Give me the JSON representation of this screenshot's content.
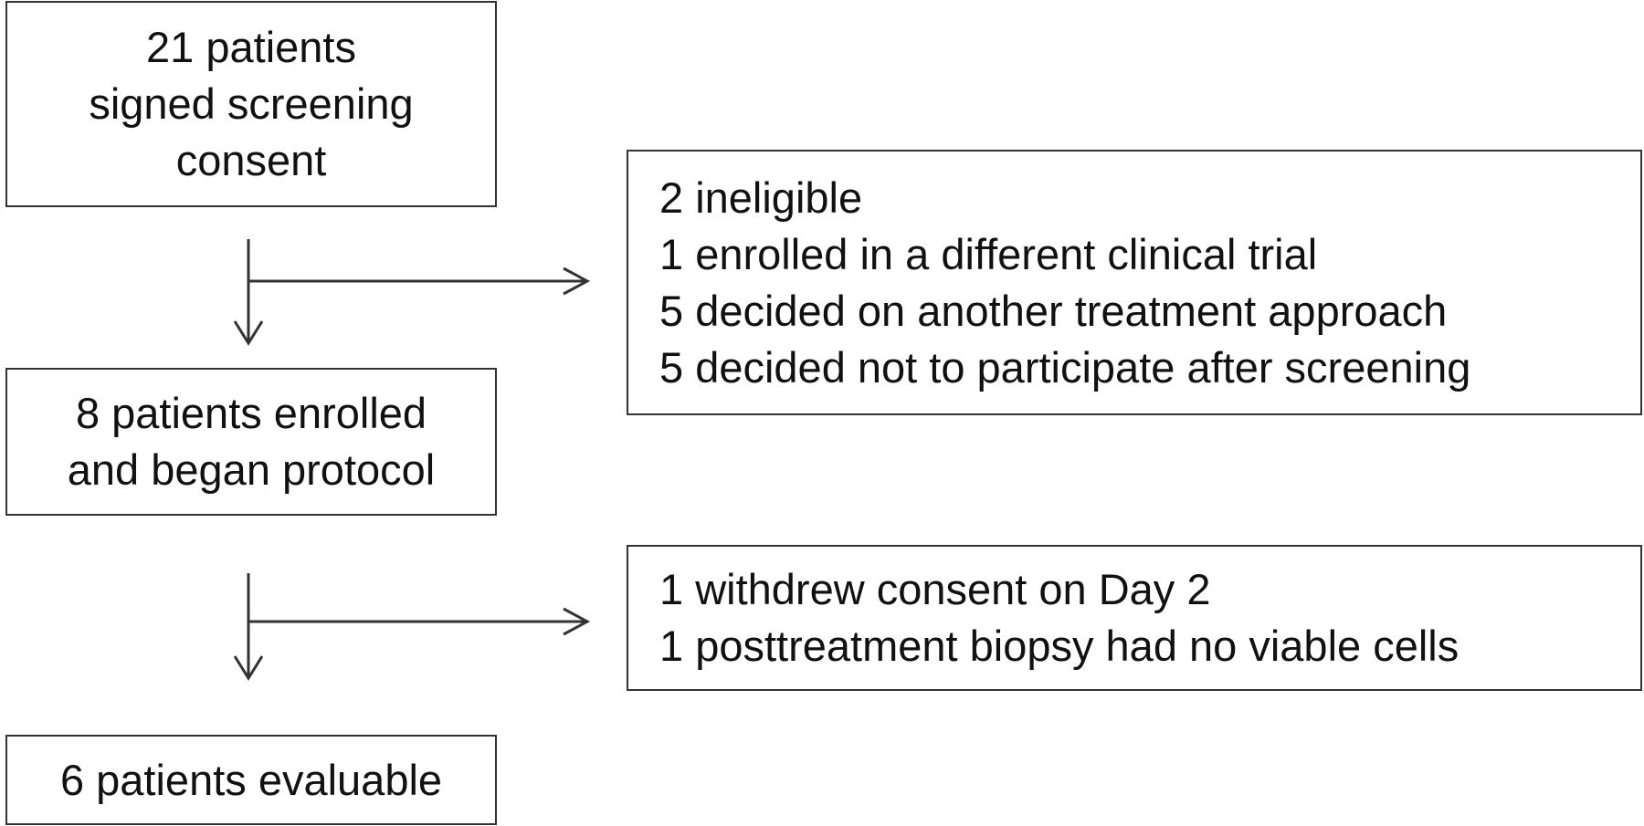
{
  "flow": {
    "screening": [
      "21 patients",
      "signed screening",
      "consent"
    ],
    "enrolled": [
      "8 patients enrolled",
      "and began protocol"
    ],
    "evaluable": [
      "6 patients evaluable"
    ]
  },
  "exclusions": {
    "after_screening": [
      "2 ineligible",
      "1 enrolled in a different clinical trial",
      "5 decided on another treatment approach",
      "5 decided not to participate after screening"
    ],
    "after_enrollment": [
      "1 withdrew consent on Day 2",
      "1 posttreatment biopsy had no viable cells"
    ]
  }
}
